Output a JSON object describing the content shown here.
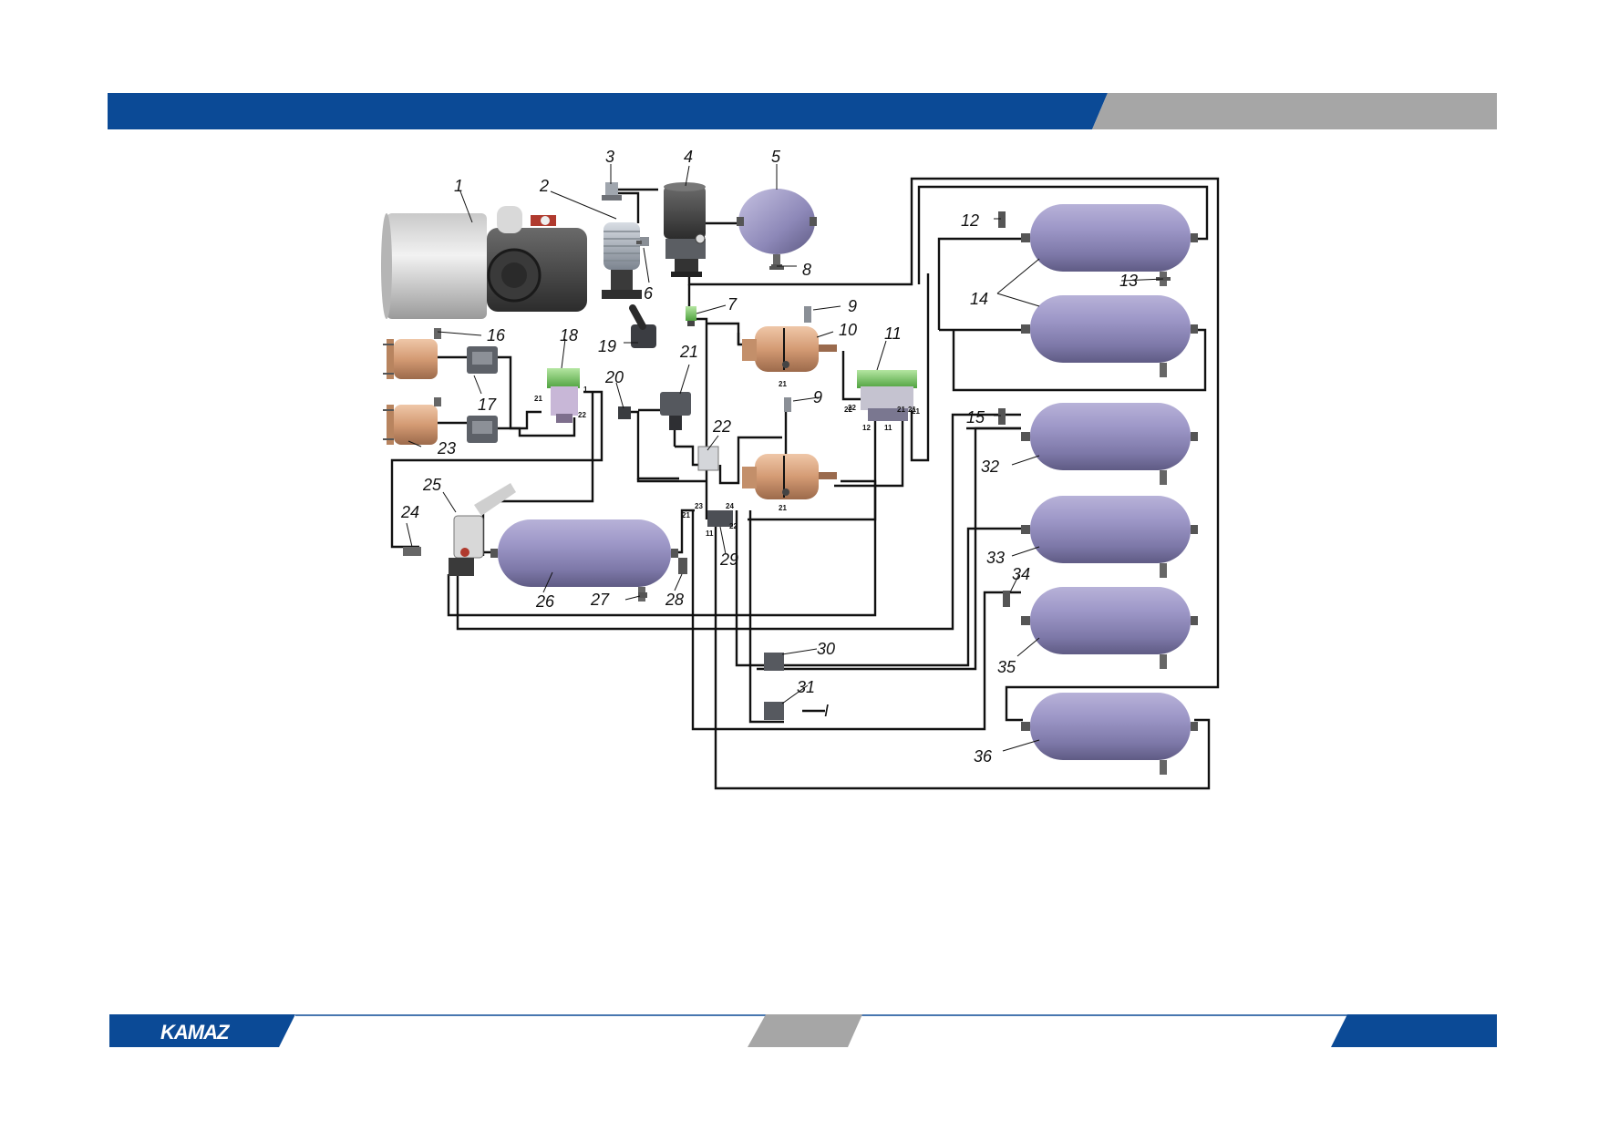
{
  "header": {
    "colors": {
      "blue": "#0b4a96",
      "gray": "#a6a6a6"
    }
  },
  "footer": {
    "logo": "KAMAZ",
    "colors": {
      "blue": "#0b4a96",
      "gray": "#a6a6a6"
    }
  },
  "diagram": {
    "component_labels": [
      "1",
      "2",
      "3",
      "4",
      "5",
      "6",
      "7",
      "8",
      "9",
      "9",
      "10",
      "11",
      "12",
      "13",
      "14",
      "15",
      "16",
      "17",
      "18",
      "19",
      "20",
      "21",
      "22",
      "23",
      "24",
      "25",
      "26",
      "27",
      "28",
      "29",
      "30",
      "31",
      "32",
      "33",
      "34",
      "35",
      "36"
    ],
    "line_label": "I",
    "port_labels": [
      "21",
      "22",
      "21",
      "21",
      "22",
      "12",
      "11",
      "21",
      "21",
      "23",
      "24",
      "21",
      "11",
      "22",
      "21",
      "22",
      "1"
    ],
    "colors": {
      "tank": "#8b85b8",
      "chamber": "#d9a07a",
      "pipe": "#111111",
      "valve_green": "#7cc86a",
      "valve_gray": "#6d7076"
    }
  }
}
